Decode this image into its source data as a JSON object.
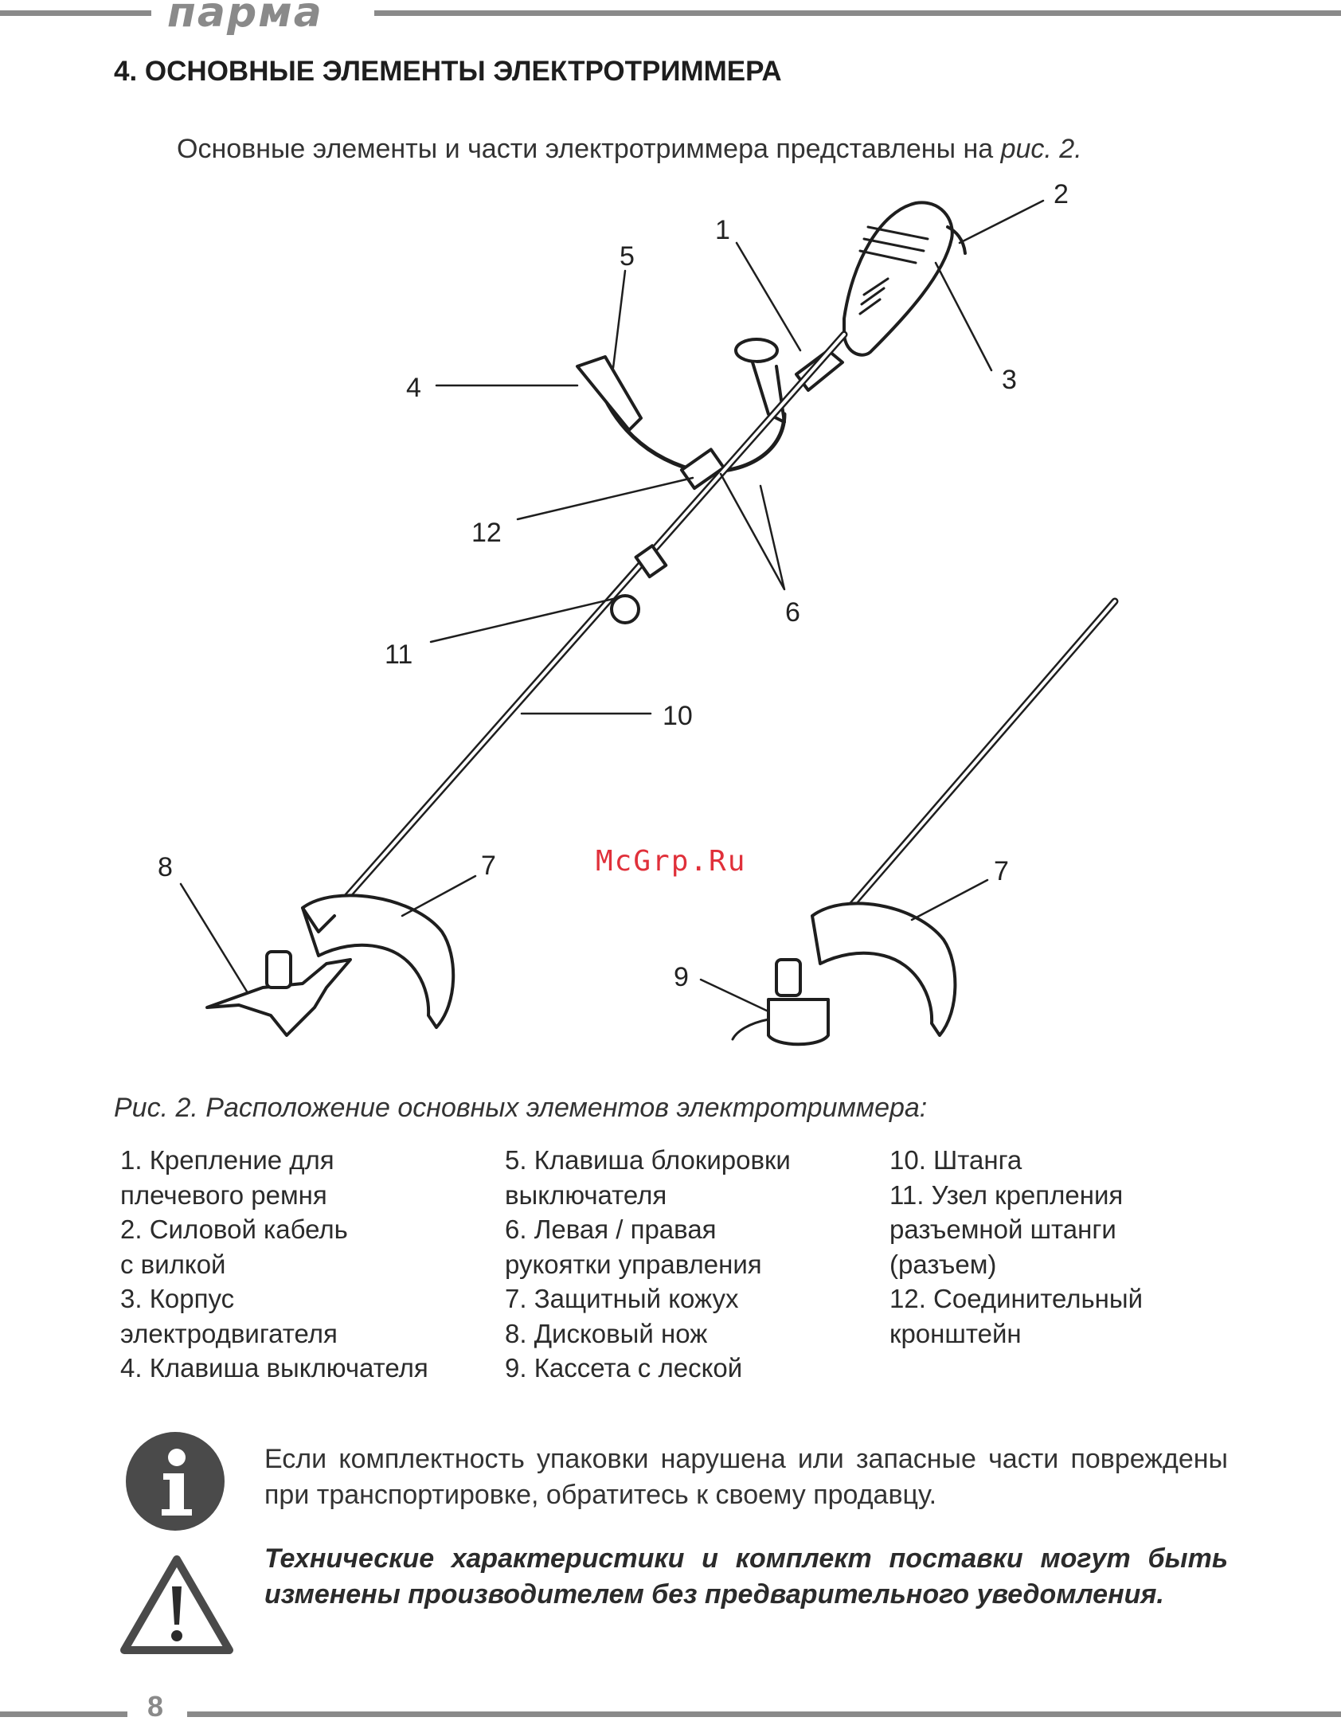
{
  "header": {
    "brand": "парма"
  },
  "section": {
    "title": "4. ОСНОВНЫЕ ЭЛЕМЕНТЫ ЭЛЕКТРОТРИММЕРА"
  },
  "intro": {
    "text": "Основные элементы и части электротриммера представлены на ",
    "ref": "рис. 2."
  },
  "figure": {
    "callouts": {
      "c1": "1",
      "c2": "2",
      "c3": "3",
      "c4": "4",
      "c5": "5",
      "c6": "6",
      "c7a": "7",
      "c7b": "7",
      "c8": "8",
      "c9": "9",
      "c10": "10",
      "c11": "11",
      "c12": "12"
    },
    "watermark": "McGrp.Ru"
  },
  "caption": "Рис. 2. Расположение основных элементов электротриммера:",
  "legend": {
    "col1": [
      "1. Крепление для",
      "плечевого ремня",
      "2. Силовой кабель",
      "с вилкой",
      "3. Корпус",
      "электродвигателя",
      "4. Клавиша выключателя"
    ],
    "col2": [
      "5. Клавиша блокировки",
      "выключателя",
      "6. Левая / правая",
      "рукоятки управления",
      "7. Защитный кожух",
      "8. Дисковый нож",
      "9. Кассета с леской"
    ],
    "col3": [
      "10. Штанга",
      "11. Узел крепления",
      "разъемной штанги",
      "(разъем)",
      "12. Соединительный",
      "кронштейн"
    ]
  },
  "notes": {
    "info": "Если комплектность упаковки нарушена или запасные части повреждены при транспортировке, обратитесь к своему продавцу.",
    "warning": "Технические характеристики и комплект поставки могут быть изменены производителем без предварительного уведомления."
  },
  "icons": {
    "info": "info-icon",
    "warning": "warning-icon"
  },
  "footer": {
    "page_number": "8"
  },
  "colors": {
    "rule_gray": "#8a8a8a",
    "watermark_red": "#e0303a",
    "icon_dark": "#4a4a4a"
  }
}
